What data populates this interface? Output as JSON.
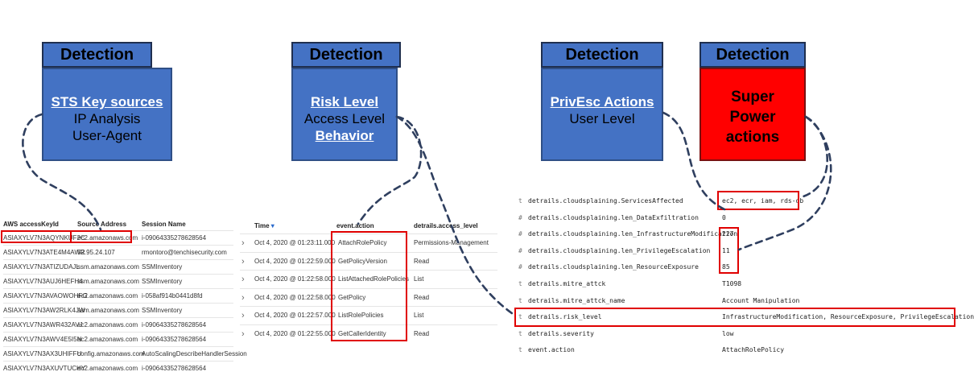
{
  "detection_labels": [
    "Detection",
    "Detection",
    "Detection",
    "Detection"
  ],
  "cards": {
    "sts": {
      "link": "STS Key sources",
      "lines": [
        "IP Analysis",
        "User-Agent"
      ]
    },
    "risk": {
      "link": "Risk Level",
      "line": "Access Level",
      "link2": "Behavior"
    },
    "privesc": {
      "link": "PrivEsc Actions",
      "line": "User Level"
    },
    "super": {
      "lines": [
        "Super",
        "Power",
        "actions"
      ]
    }
  },
  "colors": {
    "card_blue": "#4472c4",
    "card_red": "#ff0000",
    "highlight": "#e00000",
    "connector": "#2f3f5f"
  },
  "table1": {
    "headers": [
      "AWS accessKeyId",
      "Source Address",
      "Session Name"
    ],
    "rows": [
      [
        "ASIAXYLV7N3AQYNKUF2C",
        "ec2.amazonaws.com",
        "i-09064335278628564"
      ],
      [
        "ASIAXYLV7N3ATE4M4AWR",
        "52.95.24.107",
        "rmontoro@tenchisecurity.com"
      ],
      [
        "ASIAXYLV7N3ATIZUDAJL",
        "ssm.amazonaws.com",
        "SSMInventory"
      ],
      [
        "ASIAXYLV7N3AUJ6HEFH4",
        "ssm.amazonaws.com",
        "SSMInventory"
      ],
      [
        "ASIAXYLV7N3AVAOWOHFG",
        "ec2.amazonaws.com",
        "i-058af914b0441d8fd"
      ],
      [
        "ASIAXYLV7N3AW2RLK4JW",
        "ssm.amazonaws.com",
        "SSMInventory"
      ],
      [
        "ASIAXYLV7N3AWR432AVJ",
        "ec2.amazonaws.com",
        "i-09064335278628564"
      ],
      [
        "ASIAXYLV7N3AWV4E5I5N",
        "ec2.amazonaws.com",
        "i-09064335278628564"
      ],
      [
        "ASIAXYLV7N3AX3UHIFFU",
        "config.amazonaws.com",
        "AutoScalingDescribeHandlerSession"
      ],
      [
        "ASIAXYLV7N3AXUVTUCHY",
        "ec2.amazonaws.com",
        "i-09064335278628564"
      ]
    ]
  },
  "table2": {
    "headers": [
      "Time",
      "event.action",
      "detrails.access_level"
    ],
    "sort_icon": "sort-down-icon",
    "rows": [
      [
        "Oct 4, 2020 @ 01:23:11.000",
        "AttachRolePolicy",
        "Permissions-Management"
      ],
      [
        "Oct 4, 2020 @ 01:22:59.000",
        "GetPolicyVersion",
        "Read"
      ],
      [
        "Oct 4, 2020 @ 01:22:58.000",
        "ListAttachedRolePolicies",
        "List"
      ],
      [
        "Oct 4, 2020 @ 01:22:58.000",
        "GetPolicy",
        "Read"
      ],
      [
        "Oct 4, 2020 @ 01:22:57.000",
        "ListRolePolicies",
        "List"
      ],
      [
        "Oct 4, 2020 @ 01:22:55.000",
        "GetCallerIdentity",
        "Read"
      ]
    ]
  },
  "details": [
    {
      "type": "t",
      "field": "detrails.cloudsplaining.ServicesAffected",
      "value": "ec2, ecr, iam, rds-db"
    },
    {
      "type": "#",
      "field": "detrails.cloudsplaining.len_DataExfiltration",
      "value": "0"
    },
    {
      "type": "#",
      "field": "detrails.cloudsplaining.len_InfrastructureModification",
      "value": "227"
    },
    {
      "type": "#",
      "field": "detrails.cloudsplaining.len_PrivilegeEscalation",
      "value": "11"
    },
    {
      "type": "#",
      "field": "detrails.cloudsplaining.len_ResourceExposure",
      "value": "85"
    },
    {
      "type": "t",
      "field": "detrails.mitre_attck",
      "value": "T1098"
    },
    {
      "type": "t",
      "field": "detrails.mitre_attck_name",
      "value": "Account Manipulation"
    },
    {
      "type": "t",
      "field": "detrails.risk_level",
      "value": "InfrastructureModification, ResourceExposure, PrivilegeEscalation"
    },
    {
      "type": "t",
      "field": "detrails.severity",
      "value": "low"
    },
    {
      "type": "t",
      "field": "event.action",
      "value": "AttachRolePolicy"
    }
  ]
}
